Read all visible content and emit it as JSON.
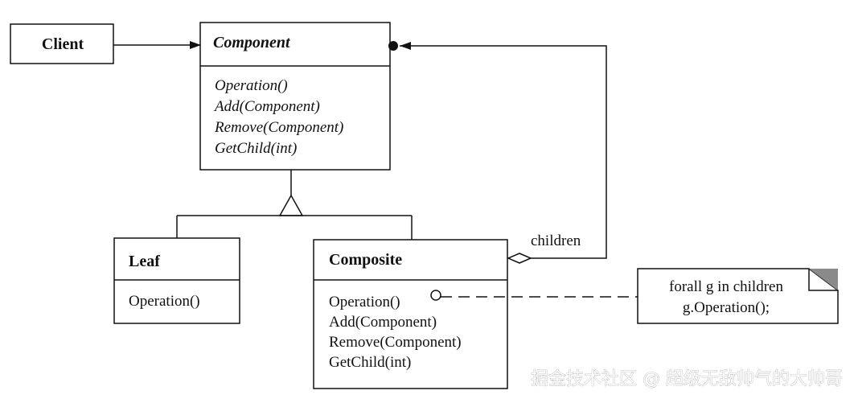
{
  "diagram": {
    "client": {
      "name": "Client"
    },
    "component": {
      "name": "Component",
      "operations": [
        "Operation()",
        "Add(Component)",
        "Remove(Component)",
        "GetChild(int)"
      ]
    },
    "leaf": {
      "name": "Leaf",
      "operations": [
        "Operation()"
      ]
    },
    "composite": {
      "name": "Composite",
      "operations": [
        "Operation()",
        "Add(Component)",
        "Remove(Component)",
        "GetChild(int)"
      ]
    },
    "association_label": "children",
    "note": {
      "lines": [
        "forall g in children",
        "g.Operation();"
      ]
    }
  },
  "watermark": "掘金技术社区 @ 超级无敌帅气的大帅哥"
}
